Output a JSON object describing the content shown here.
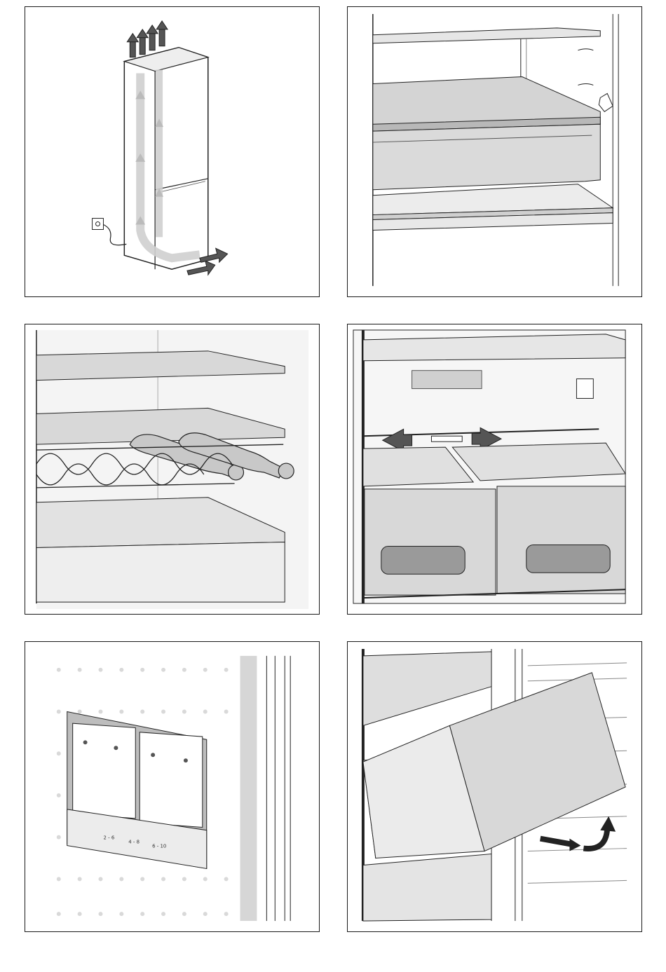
{
  "panels": [
    {
      "id": "fridge-ventilation",
      "icon": "fridge-airflow-illustration"
    },
    {
      "id": "glass-shelf-drawer",
      "icon": "shelf-illustration"
    },
    {
      "id": "bottle-rack",
      "icon": "wine-rack-illustration"
    },
    {
      "id": "crisper-divider",
      "icon": "crisper-drawer-illustration"
    },
    {
      "id": "humidity-control",
      "icon": "humidity-slider-illustration"
    },
    {
      "id": "drawer-removal",
      "icon": "drawer-removal-illustration"
    }
  ],
  "humidity_labels": {
    "col1_range": "2 - 6",
    "col2_range": "4 - 8",
    "col3_range": "6 - 10"
  }
}
